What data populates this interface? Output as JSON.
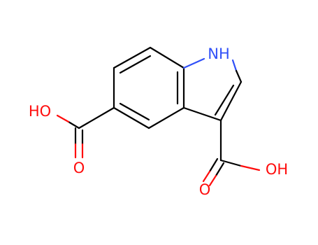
{
  "molecule": {
    "atom_labels": {
      "nh": "NH",
      "oh_left": "HO",
      "o_left": "O",
      "oh_right": "OH",
      "o_right": "O"
    },
    "colors": {
      "bond": "#000000",
      "oxygen": "#ff0d0d",
      "nitrogen": "#3050f8",
      "background": "#ffffff"
    }
  }
}
